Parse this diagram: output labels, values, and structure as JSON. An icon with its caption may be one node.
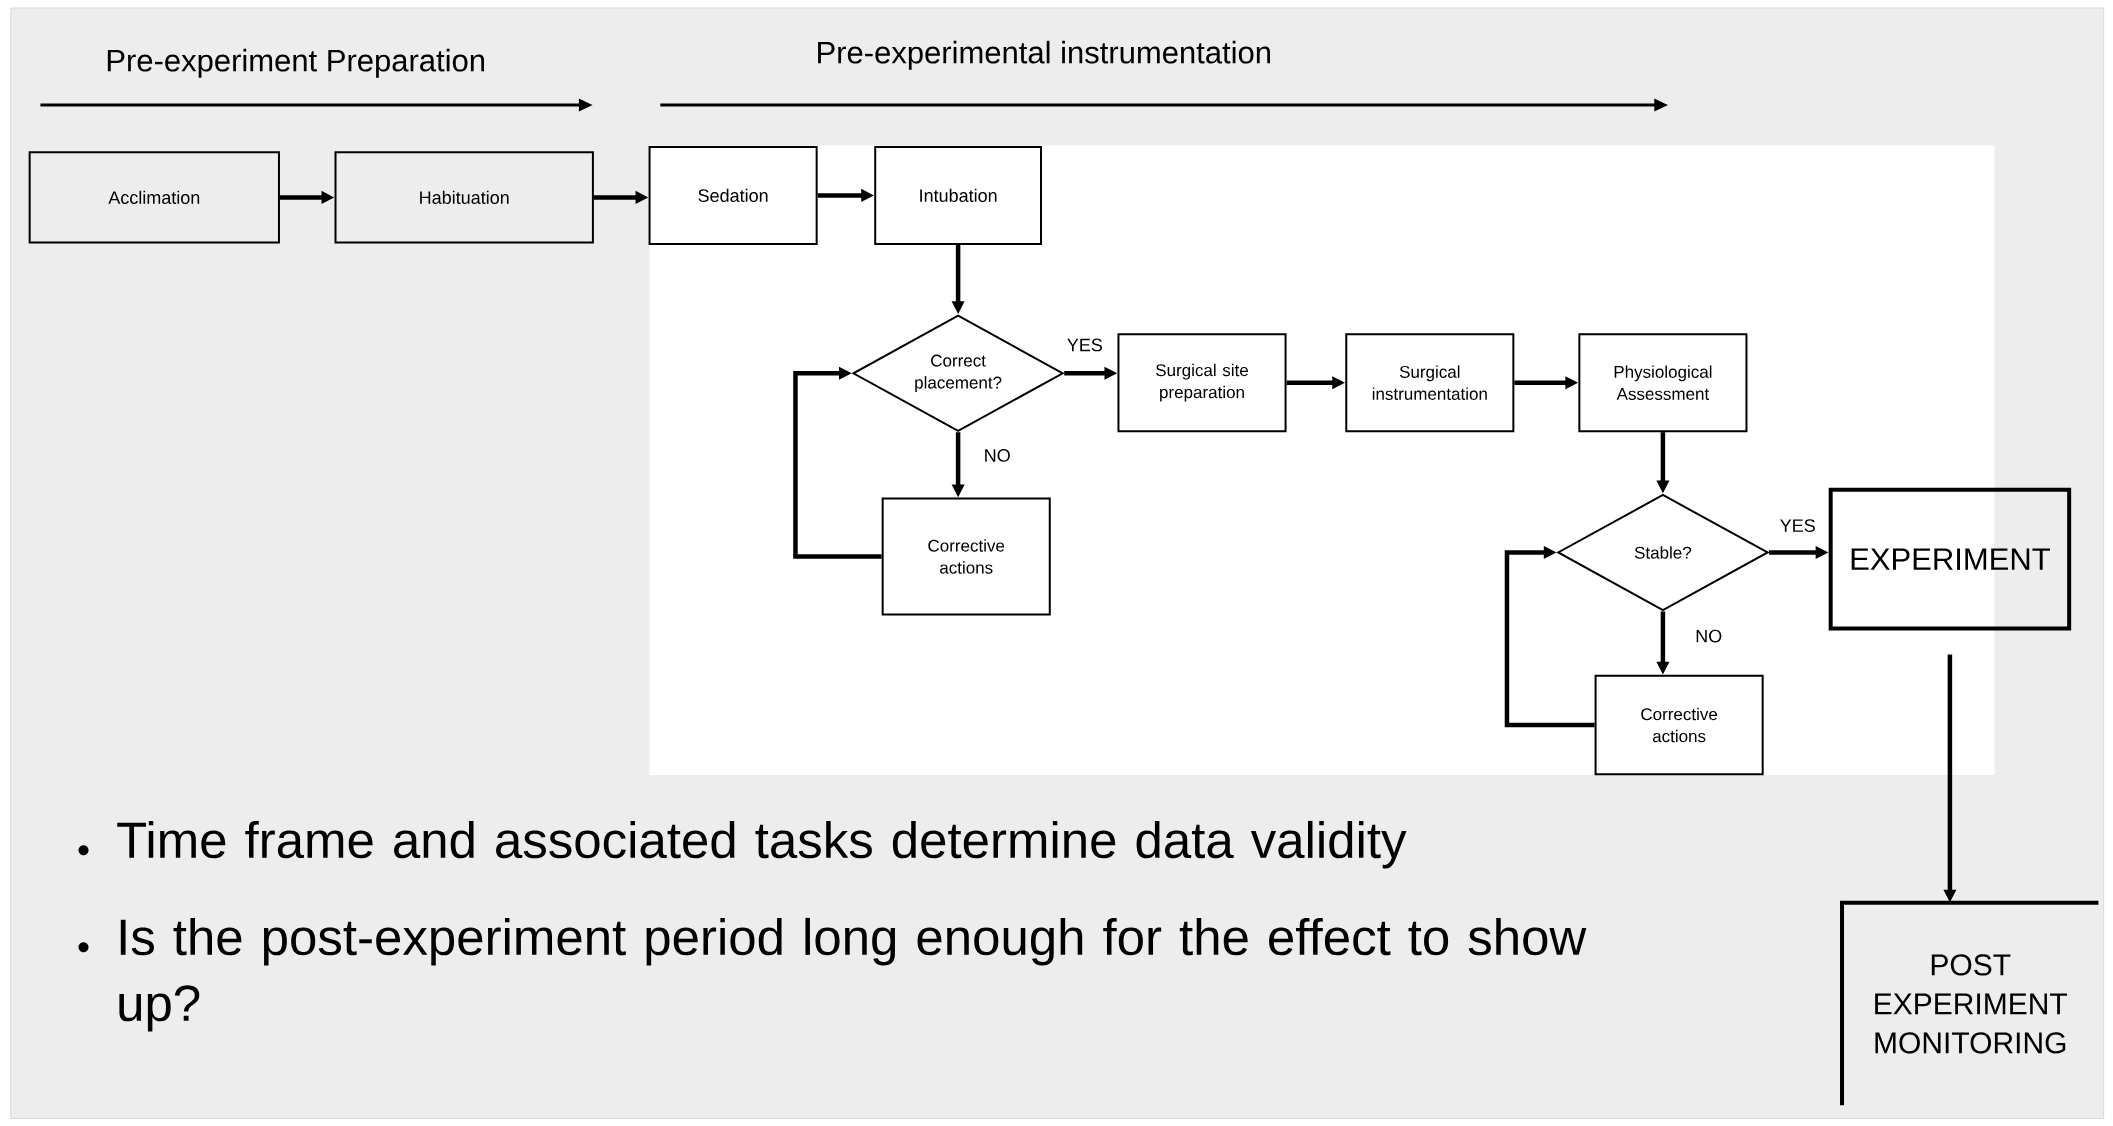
{
  "diagram": {
    "nodes": [
      {
        "text": [
          "Acclimation"
        ]
      },
      {
        "text": [
          "Habituation"
        ]
      },
      {
        "text": [
          "Sedation"
        ]
      },
      {
        "text": [
          "Intubation"
        ]
      },
      {
        "text": [
          "Correct placement?"
        ]
      },
      {
        "text": [
          "Corrective actions"
        ]
      },
      {
        "text": [
          "Surgical site preparation"
        ]
      },
      {
        "text": [
          "Surgical instrumentation"
        ]
      },
      {
        "text": [
          "Physiological Assessment"
        ]
      },
      {
        "text": [
          "Stable?"
        ]
      },
      {
        "text": [
          "Corrective actions"
        ]
      },
      {
        "text": [
          "EXPERIMENT"
        ]
      },
      {
        "text": [
          "POST EXPERIMENT MONITORING"
        ]
      }
    ],
    "edges": [
      {
        "from": 0,
        "to": 1,
        "arrow": "to"
      },
      {
        "from": 1,
        "to": 2,
        "arrow": "to"
      },
      {
        "from": 2,
        "to": 3,
        "arrow": "to"
      },
      {
        "from": 3,
        "to": 4,
        "arrow": "to"
      },
      {
        "from": 4,
        "to": 6,
        "arrow": "to",
        "label": "YES"
      },
      {
        "from": 4,
        "to": 5,
        "arrow": "to",
        "label": "NO"
      },
      {
        "from": 5,
        "to": 4,
        "arrow": "to"
      },
      {
        "from": 6,
        "to": 7,
        "arrow": "to"
      },
      {
        "from": 7,
        "to": 8,
        "arrow": "to"
      },
      {
        "from": 8,
        "to": 9,
        "arrow": "to"
      },
      {
        "from": 9,
        "to": 11,
        "arrow": "to",
        "label": "YES"
      },
      {
        "from": 9,
        "to": 10,
        "arrow": "to",
        "label": "NO"
      },
      {
        "from": 10,
        "to": 9,
        "arrow": "to"
      },
      {
        "from": 11,
        "to": 12,
        "arrow": "to"
      }
    ],
    "labels": [
      "Pre-experiment Preparation",
      "Pre-experimental instrumentation",
      "Time frame and associated tasks determine data validity",
      "Is the post-experiment period long enough for the effect to show up?"
    ]
  }
}
